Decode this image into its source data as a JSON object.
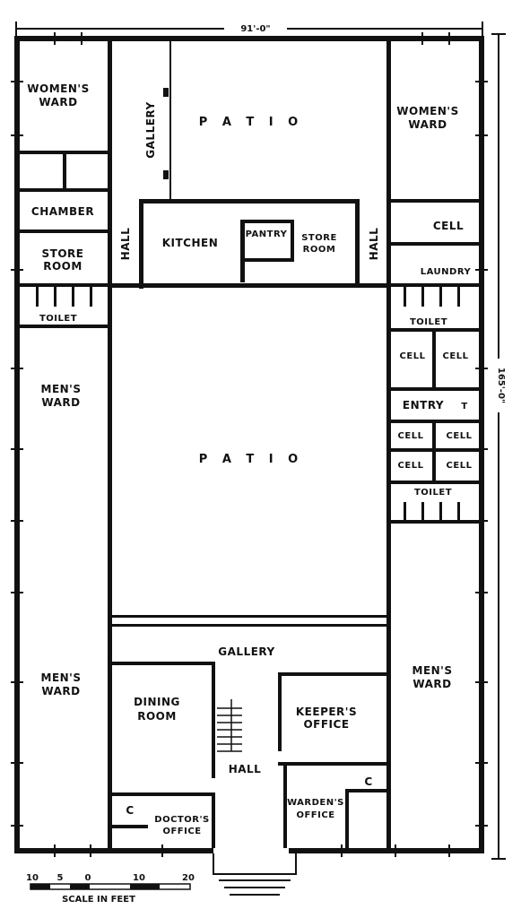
{
  "dimensions": {
    "width": "91'-0\"",
    "height": "165'-0\""
  },
  "scale": {
    "ticks": [
      "10",
      "5",
      "0",
      "10",
      "20"
    ],
    "label": "SCALE  IN  FEET"
  },
  "rooms": {
    "womens_ward_left": [
      "WOMEN'S",
      "WARD"
    ],
    "womens_ward_right": [
      "WOMEN'S",
      "WARD"
    ],
    "gallery_top": "GALLERY",
    "patio_top": "P A T I O",
    "chamber": "CHAMBER",
    "store_room_left": [
      "STORE",
      "ROOM"
    ],
    "hall_left": "HALL",
    "kitchen": "KITCHEN",
    "pantry": "PANTRY",
    "store_room_center": [
      "STORE",
      "ROOM"
    ],
    "hall_right": "HALL",
    "cell_top": "CELL",
    "laundry": "LAUNDRY",
    "toilet_left": "TOILET",
    "toilet_right_top": "TOILET",
    "mens_ward_top_left": [
      "MEN'S",
      "WARD"
    ],
    "cell_a": "CELL",
    "cell_b": "CELL",
    "entry": "ENTRY",
    "cell_c": "CELL",
    "cell_d": "CELL",
    "cell_e": "CELL",
    "cell_f": "CELL",
    "patio_center": "P A T I O",
    "toilet_right_bottom": "TOILET",
    "gallery_bottom": "GALLERY",
    "mens_ward_bottom_left": [
      "MEN'S",
      "WARD"
    ],
    "mens_ward_bottom_right": [
      "MEN'S",
      "WARD"
    ],
    "dining_room": [
      "DINING",
      "ROOM"
    ],
    "keepers_office": [
      "KEEPER'S",
      "OFFICE"
    ],
    "hall_bottom": "HALL",
    "wardens_office": [
      "WARDEN'S",
      "OFFICE"
    ],
    "doctors_office": [
      "DOCTOR'S",
      "OFFICE"
    ],
    "closet_left": "C",
    "closet_right": "C",
    "toilet_t": "T"
  }
}
